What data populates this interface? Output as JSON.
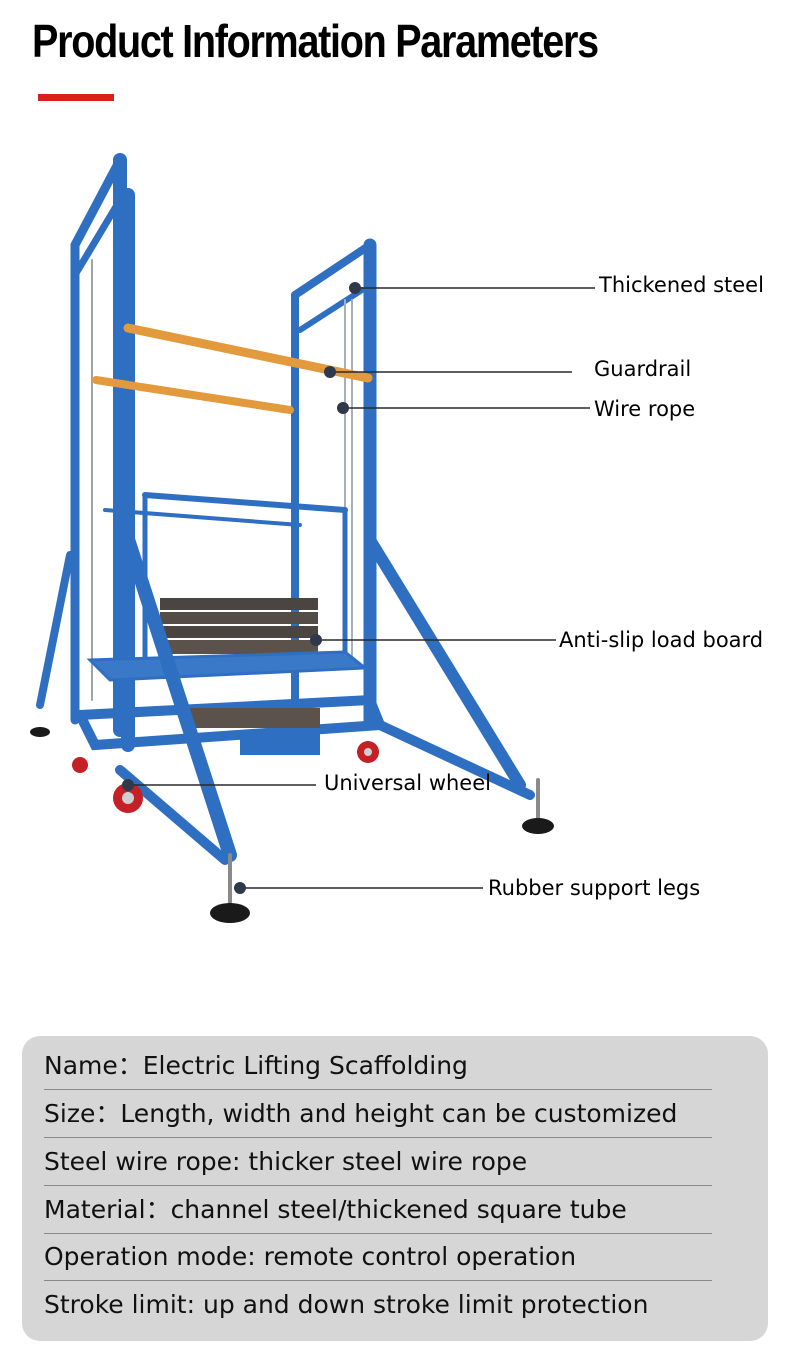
{
  "header": {
    "title": "Product Information Parameters",
    "accent_color": "#d8201f"
  },
  "product_image": {
    "frame_color": "#2f6fc2",
    "guardrail_color": "#e39a3c",
    "wheel_color": "#c42025"
  },
  "callouts": {
    "thickened_steel": "Thickened steel",
    "guardrail": "Guardrail",
    "wire_rope": "Wire rope",
    "anti_slip_load_board": "Anti-slip load board",
    "universal_wheel": "Universal wheel",
    "rubber_support_legs": "Rubber support legs"
  },
  "specs": [
    "Name：Electric Lifting Scaffolding",
    "Size：Length, width and height can be customized",
    "Steel wire rope: thicker steel wire rope",
    "Material：channel steel/thickened square tube",
    "Operation mode: remote control operation",
    "Stroke limit: up and down stroke limit protection"
  ]
}
